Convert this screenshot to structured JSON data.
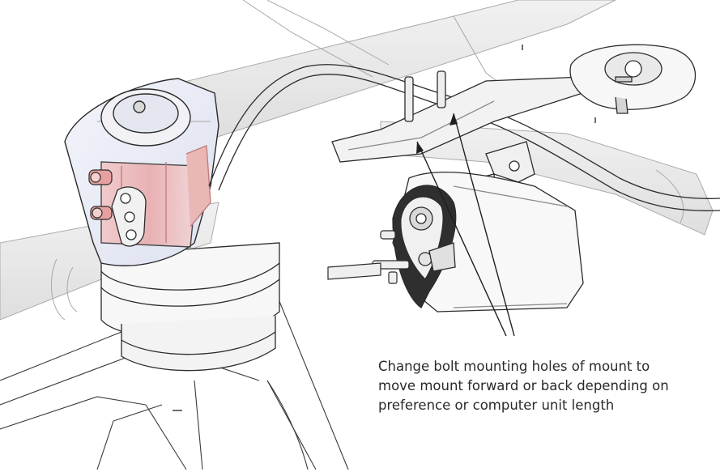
{
  "callout": {
    "lines": [
      "Change bolt mounting holes of mount to",
      "move mount forward or back depending on",
      "preference or computer unit length"
    ]
  },
  "colors": {
    "line": "#2b2b2b",
    "ghost_fill": "#e9e9e9",
    "ghost_stroke": "#9a9a9a",
    "highlight": "#e6a3a3",
    "glass": "#e9ecf6"
  },
  "parts": {
    "frame": "bike-frame-outline",
    "stem": "stem-head-cutaway",
    "clamp": "steerer-clamp-bolts",
    "mount": "computer-mount-arm",
    "unit": "computer-unit-body"
  }
}
